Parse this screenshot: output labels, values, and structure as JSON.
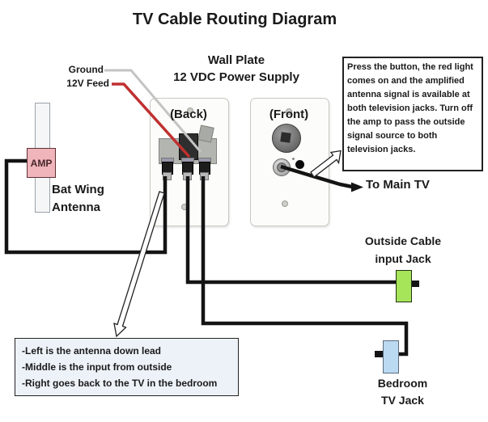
{
  "title": "TV Cable Routing Diagram",
  "wall_plate": {
    "line1": "Wall Plate",
    "line2": "12 VDC Power Supply",
    "back_label": "(Back)",
    "front_label": "(Front)"
  },
  "wires": {
    "ground_label": "Ground",
    "feed_label": "12V Feed"
  },
  "antenna": {
    "amp_label": "AMP",
    "name_line1": "Bat Wing",
    "name_line2": "Antenna"
  },
  "connections": {
    "to_main_tv": "To Main TV",
    "outside_jack_line1": "Outside Cable",
    "outside_jack_line2": "input Jack",
    "bedroom_jack_line1": "Bedroom",
    "bedroom_jack_line2": "TV Jack"
  },
  "notes": {
    "amp_note": "Press the button, the red light comes on and the amplified antenna signal is available at both television jacks. Turn off the amp  to pass the outside signal source to both television jacks.",
    "routing_note_lines": [
      "-Left is the antenna down lead",
      "-Middle is the input from outside",
      "-Right goes back to the TV in the bedroom"
    ]
  },
  "colors": {
    "cable": "#141414",
    "feed_wire": "#c03030",
    "ground_wire": "#c4c4c4",
    "amp_fill": "#f0b4bb",
    "outside_jack_fill": "#a6e45a",
    "bedroom_jack_fill": "#bcd9f2",
    "routing_note_bg": "#edf2f9"
  }
}
